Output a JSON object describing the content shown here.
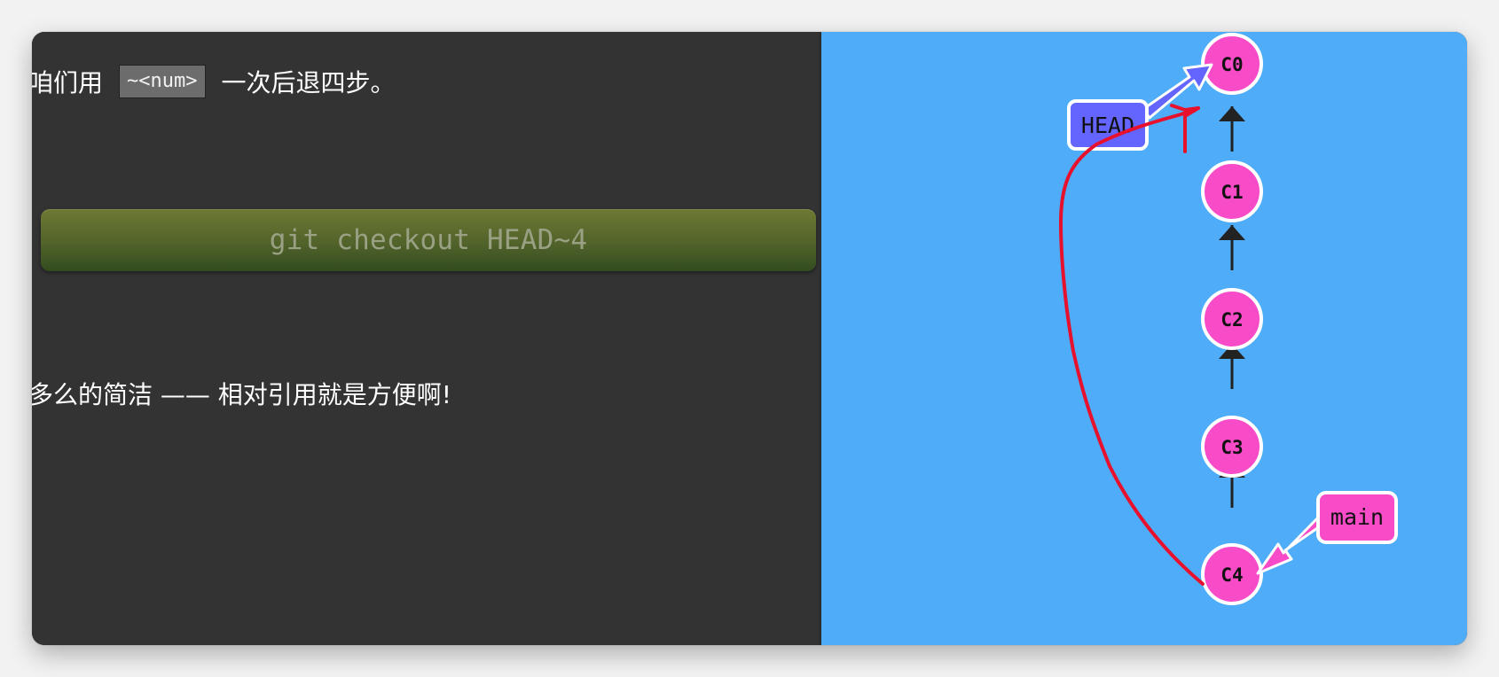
{
  "lesson": {
    "line_1_before": "咱们用",
    "inline_code": "~<num>",
    "line_1_after": "一次后退四步。",
    "command": "git checkout HEAD~4",
    "line_2": "多么的简洁 —— 相对引用就是方便啊!"
  },
  "graph": {
    "commits": [
      "C0",
      "C1",
      "C2",
      "C3",
      "C4"
    ],
    "head_label": "HEAD",
    "branch_label": "main",
    "colors": {
      "background": "#4FACF8",
      "commit_fill": "#F84BC8",
      "head_ref": "#6464FF",
      "branch_ref": "#F84BC8",
      "annotation": "#E8112D"
    }
  }
}
